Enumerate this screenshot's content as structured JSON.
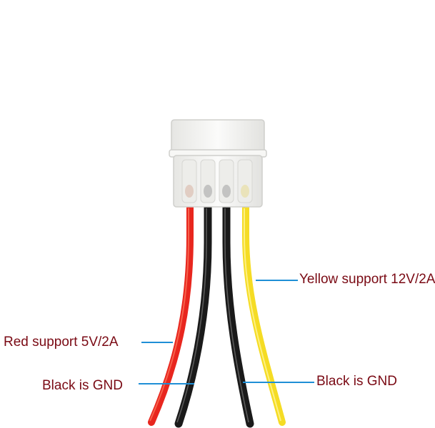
{
  "colors": {
    "label_text": "#7a0a14",
    "callout_line": "#1f8fd6",
    "wire_red": "#e8261e",
    "wire_black": "#1a1a1a",
    "wire_yellow": "#f5dc24",
    "connector": "#f4f4f2",
    "background": "#ffffff"
  },
  "connector": {
    "pin_count": 4,
    "wire_order": [
      "red",
      "black",
      "black",
      "yellow"
    ]
  },
  "labels": {
    "yellow": "Yellow support 12V/2A",
    "red": "Red support 5V/2A",
    "black_left": "Black is GND",
    "black_right": "Black is GND"
  }
}
